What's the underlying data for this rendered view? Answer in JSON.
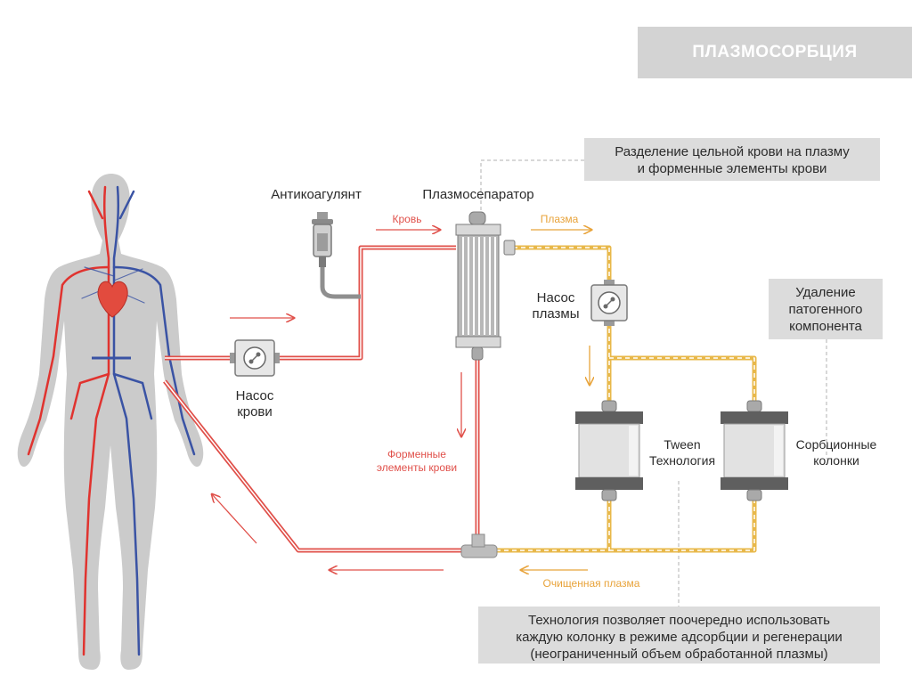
{
  "title": "ПЛАЗМОСОРБЦИЯ",
  "notes": {
    "separation": [
      "Разделение цельной крови на плазму",
      "и форменные элементы крови"
    ],
    "removal": [
      "Удаление",
      "патогенного",
      "компонента"
    ],
    "technology": [
      "Технология позволяет поочередно использовать",
      "каждую колонку в режиме адсорбции и регенерации",
      "(неограниченный объем обработанной плазмы)"
    ]
  },
  "labels": {
    "anticoagulant": "Антикоагулянт",
    "plasmaseparator": "Плазмосепаратор",
    "blood_pump": [
      "Насос",
      "крови"
    ],
    "plasma_pump": [
      "Насос",
      "плазмы"
    ],
    "tween": [
      "Tween",
      "Технология"
    ],
    "sorption_columns": [
      "Сорбционные",
      "колонки"
    ]
  },
  "flow_labels": {
    "blood": "Кровь",
    "plasma": "Плазма",
    "formed_elements": [
      "Форменные",
      "элементы крови"
    ],
    "cleaned_plasma": "Очищенная плазма"
  },
  "colors": {
    "blood_line": "#e0504a",
    "plasma_line": "#e8b84a",
    "vein": "#3a53a4",
    "artery": "#e0332f",
    "body": "#c9c9c9",
    "device": "#bdbdbd",
    "note_bg": "#dcdcdc"
  }
}
